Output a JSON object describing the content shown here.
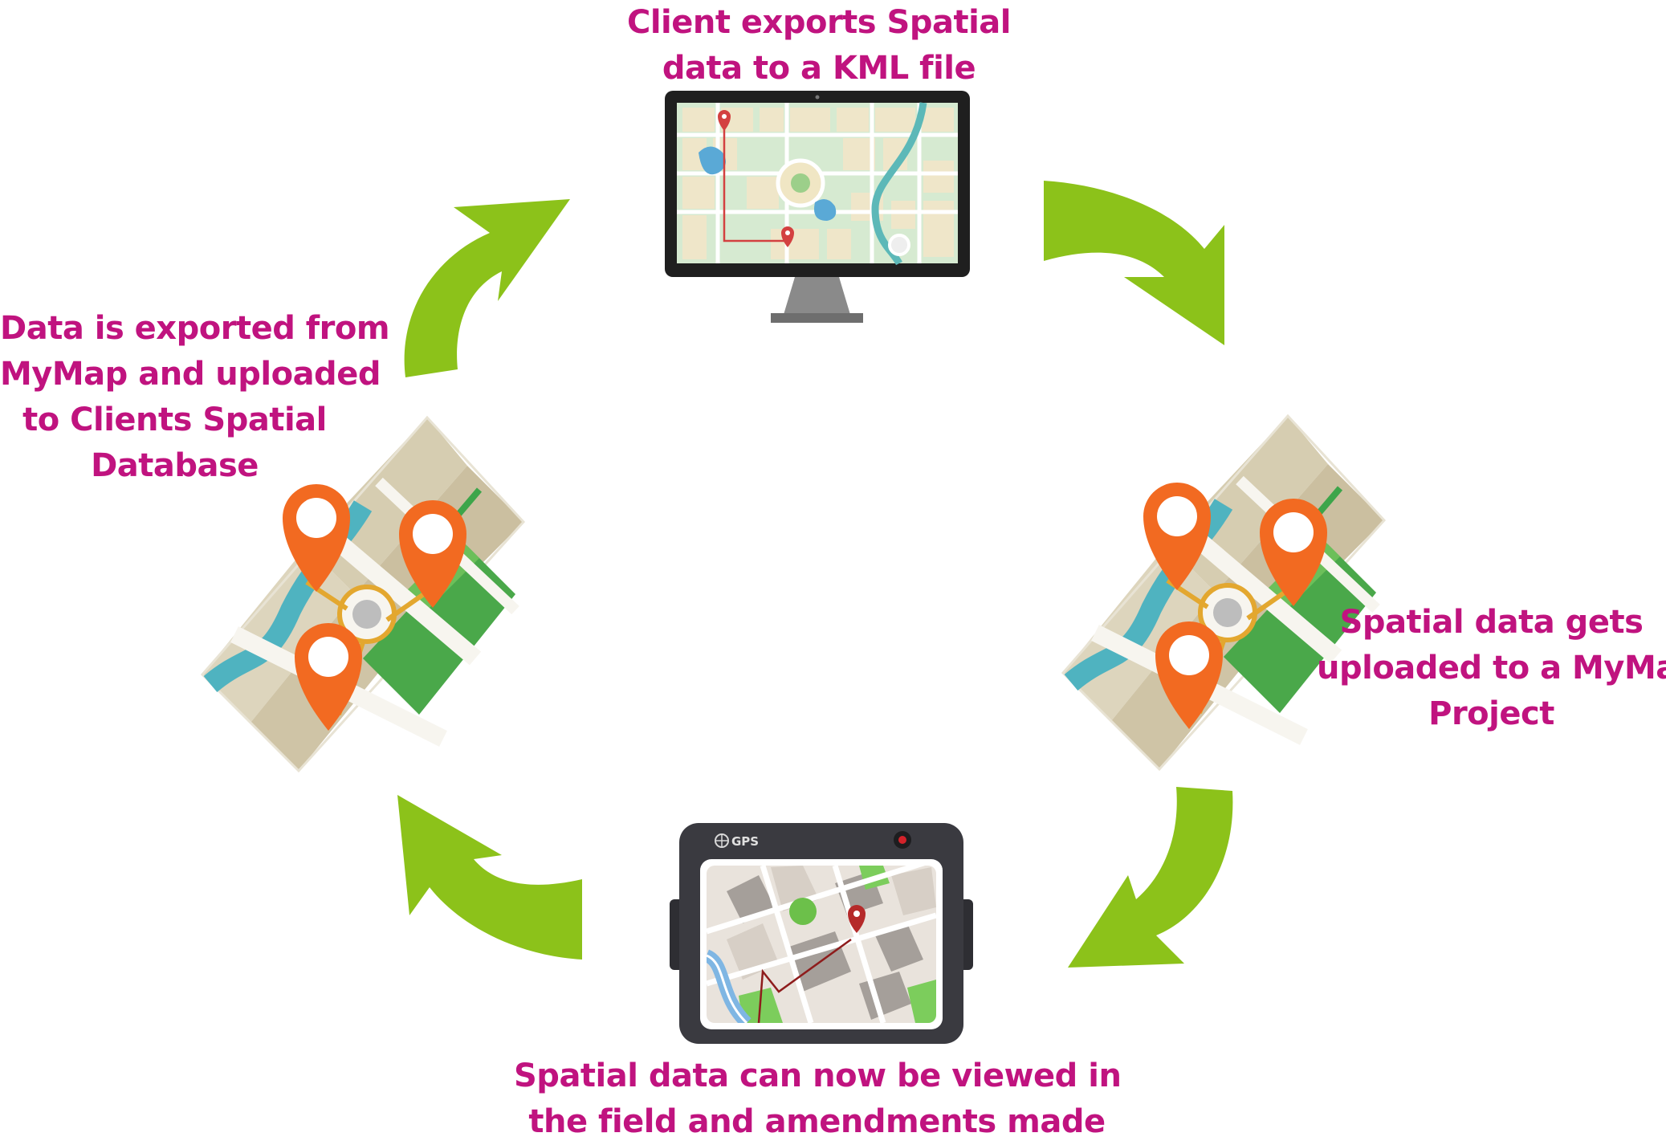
{
  "steps": {
    "top": {
      "lines": [
        "Client exports Spatial",
        "data to a KML file"
      ]
    },
    "right": {
      "lines": [
        "Spatial data gets",
        "uploaded to a MyMap",
        "Project"
      ]
    },
    "bottom": {
      "lines": [
        "Spatial data can now be viewed in",
        "the field and amendments made"
      ]
    },
    "left": {
      "lines": [
        "Data is exported from",
        "MyMap and uploaded",
        "to Clients Spatial",
        "Database"
      ]
    }
  },
  "gps_device": {
    "label": "GPS"
  },
  "colors": {
    "text": "#c0137f",
    "arrow": "#8cc21a",
    "pin": "#f26a21",
    "map_green": "#4aa84a",
    "map_water": "#4fb3c0",
    "map_land": "#cfc4a6"
  },
  "icons": [
    "desktop-monitor-icon",
    "folded-map-icon",
    "gps-tablet-icon",
    "curved-arrow-icon"
  ]
}
